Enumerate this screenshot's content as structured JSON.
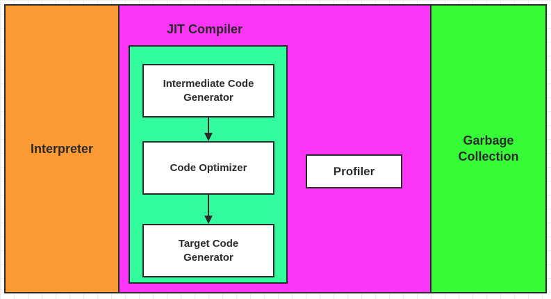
{
  "diagram": {
    "interpreter": "Interpreter",
    "jit_compiler": {
      "title": "JIT Compiler",
      "stages": [
        {
          "line1": "Intermediate Code",
          "line2": "Generator"
        },
        {
          "line1": "Code Optimizer",
          "line2": ""
        },
        {
          "line1": "Target Code",
          "line2": "Generator"
        }
      ],
      "profiler": "Profiler"
    },
    "garbage_collection": {
      "line1": "Garbage",
      "line2": "Collection"
    }
  },
  "colors": {
    "interpreter": "#fb9a35",
    "jit_compiler": "#fb36f6",
    "pipeline": "#32fb9e",
    "garbage_collection": "#38fb38",
    "stage_box": "#ffffff",
    "border": "#2a2a2a"
  }
}
